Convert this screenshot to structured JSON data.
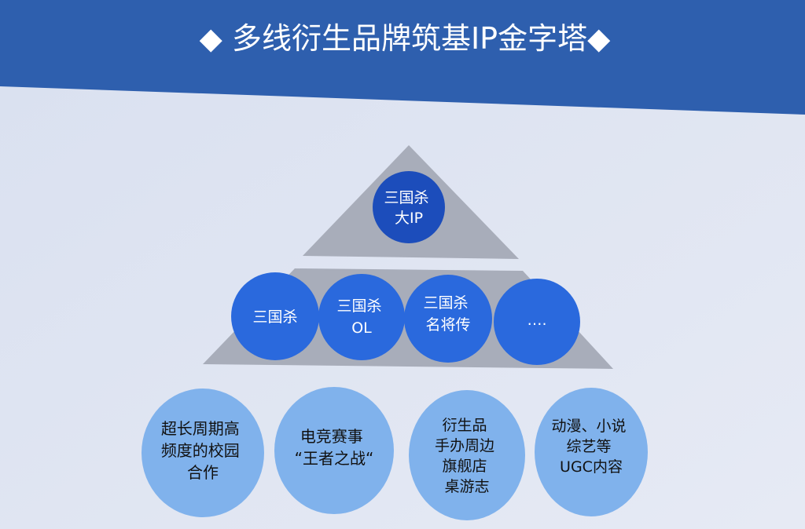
{
  "title": "◆ 多线衍生品牌筑基IP金字塔◆",
  "colors": {
    "header": "#2e5fae",
    "background": "#dfe5f2",
    "pyramid": "#a8adba",
    "apex": "#1c4dbb",
    "tier2": "#2a69dd",
    "tier3": "#80b2ec"
  },
  "apex": {
    "lines": [
      "三国杀",
      "大IP"
    ]
  },
  "tier2": [
    {
      "lines": [
        "三国杀"
      ]
    },
    {
      "lines": [
        "三国杀",
        "OL"
      ]
    },
    {
      "lines": [
        "三国杀",
        "名将传"
      ]
    },
    {
      "lines": [
        "…."
      ]
    }
  ],
  "tier3": [
    {
      "lines": [
        "超长周期高",
        "频度的校园",
        "合作"
      ]
    },
    {
      "lines": [
        "电竞赛事",
        "“王者之战“"
      ]
    },
    {
      "lines": [
        "衍生品",
        "手办周边",
        "旗舰店",
        "桌游志"
      ]
    },
    {
      "lines": [
        "动漫、小说",
        "综艺等",
        "UGC内容"
      ]
    }
  ]
}
